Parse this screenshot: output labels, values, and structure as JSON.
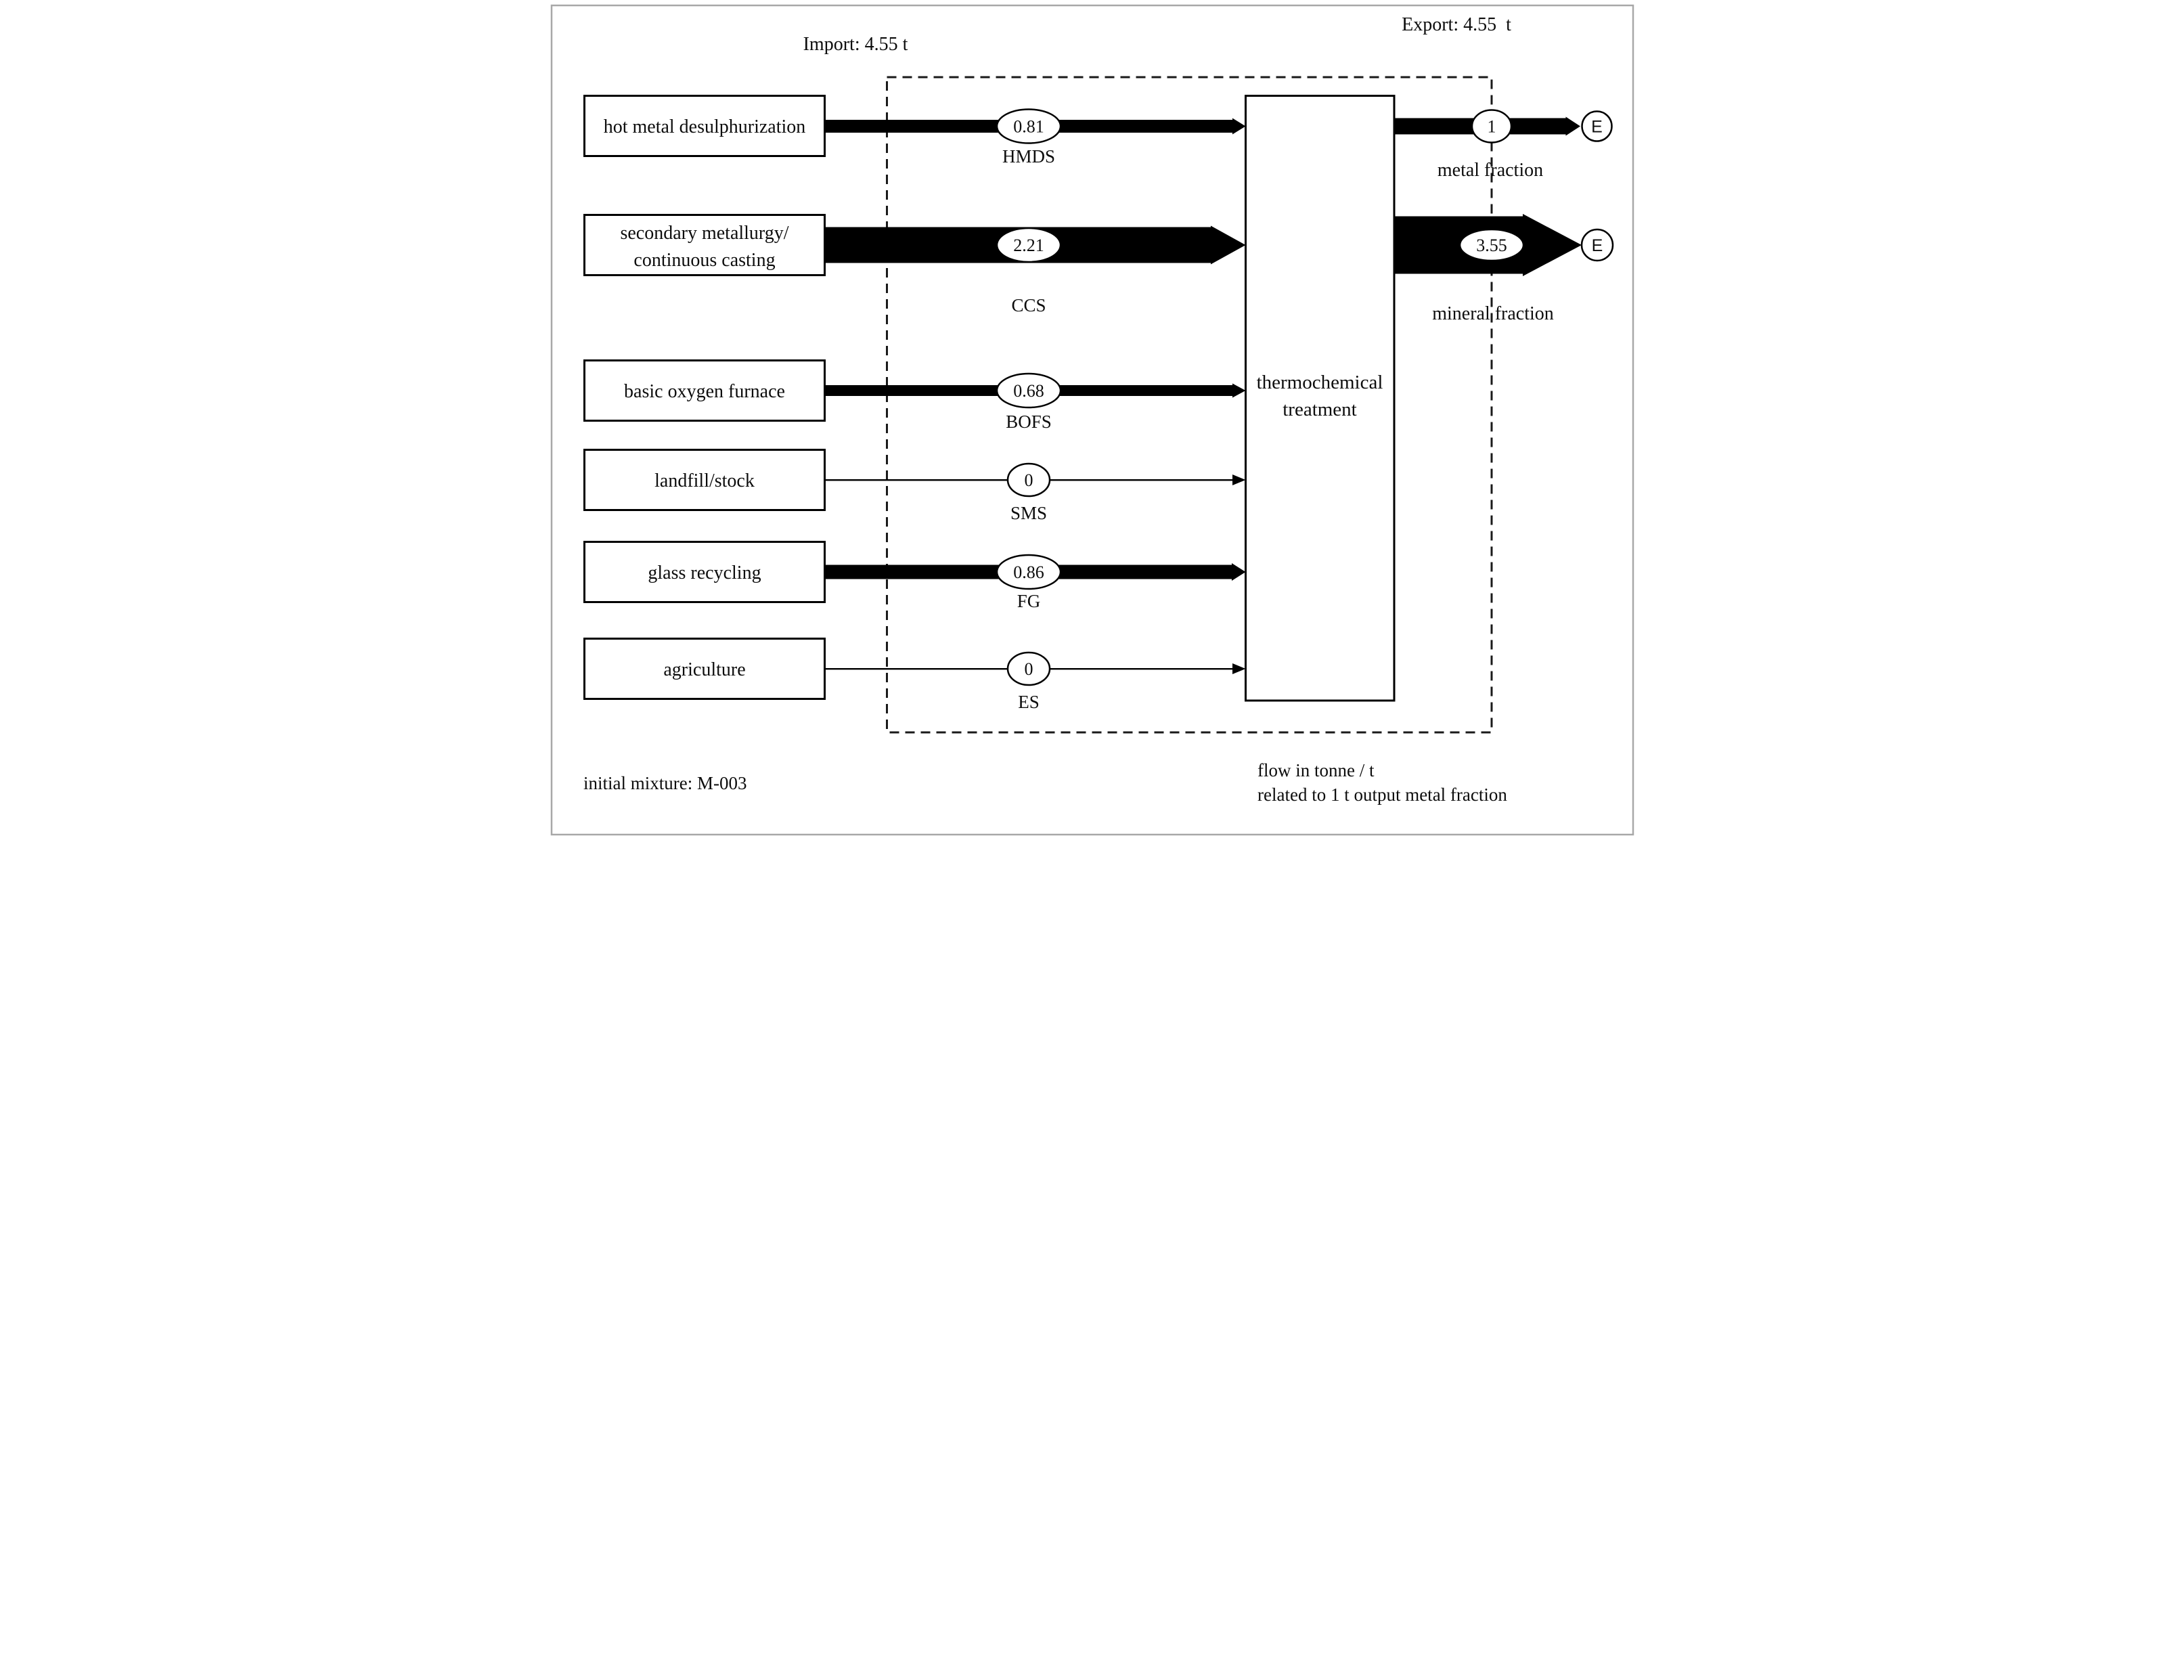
{
  "figure": {
    "import_label": "Import: 4.55 t",
    "export_label": "Export: 4.55  t",
    "process": {
      "name_line1": "thermochemical",
      "name_line2": "treatment"
    },
    "sources": [
      {
        "name_line1": "hot metal desulphurization",
        "name_line2": "",
        "code": "HMDS",
        "value": "0.81"
      },
      {
        "name_line1": "secondary metallurgy/",
        "name_line2": "continuous casting",
        "code": "CCS",
        "value": "2.21"
      },
      {
        "name_line1": "basic oxygen furnace",
        "name_line2": "",
        "code": "BOFS",
        "value": "0.68"
      },
      {
        "name_line1": "landfill/stock",
        "name_line2": "",
        "code": "SMS",
        "value": "0"
      },
      {
        "name_line1": "glass recycling",
        "name_line2": "",
        "code": "FG",
        "value": "0.86"
      },
      {
        "name_line1": "agriculture",
        "name_line2": "",
        "code": "ES",
        "value": "0"
      }
    ],
    "outputs": [
      {
        "label": "metal fraction",
        "value": "1",
        "terminal": "E"
      },
      {
        "label": "mineral fraction",
        "value": "3.55",
        "terminal": "E"
      }
    ],
    "footer_left": "initial mixture: M-003",
    "footer_right_line1": "flow in tonne / t",
    "footer_right_line2": "related to 1 t output metal fraction",
    "colors": {
      "flow": "#000000",
      "boundary": "#1a1a1a",
      "frame": "#a8a8a8",
      "background": "#ffffff"
    }
  },
  "chart_data": {
    "type": "diagram",
    "subtype": "material-flow-sankey",
    "unit": "tonne per t output metal fraction",
    "import_total_t": 4.55,
    "export_total_t": 4.55,
    "process": "thermochemical treatment",
    "flows_in": [
      {
        "from": "hot metal desulphurization",
        "code": "HMDS",
        "to": "thermochemical treatment",
        "value": 0.81
      },
      {
        "from": "secondary metallurgy/continuous casting",
        "code": "CCS",
        "to": "thermochemical treatment",
        "value": 2.21
      },
      {
        "from": "basic oxygen furnace",
        "code": "BOFS",
        "to": "thermochemical treatment",
        "value": 0.68
      },
      {
        "from": "landfill/stock",
        "code": "SMS",
        "to": "thermochemical treatment",
        "value": 0
      },
      {
        "from": "glass recycling",
        "code": "FG",
        "to": "thermochemical treatment",
        "value": 0.86
      },
      {
        "from": "agriculture",
        "code": "ES",
        "to": "thermochemical treatment",
        "value": 0
      }
    ],
    "flows_out": [
      {
        "from": "thermochemical treatment",
        "label": "metal fraction",
        "to": "E (export)",
        "value": 1
      },
      {
        "from": "thermochemical treatment",
        "label": "mineral fraction",
        "to": "E (export)",
        "value": 3.55
      }
    ],
    "notes": [
      "initial mixture: M-003",
      "flow in tonne / t related to 1 t output metal fraction"
    ]
  }
}
